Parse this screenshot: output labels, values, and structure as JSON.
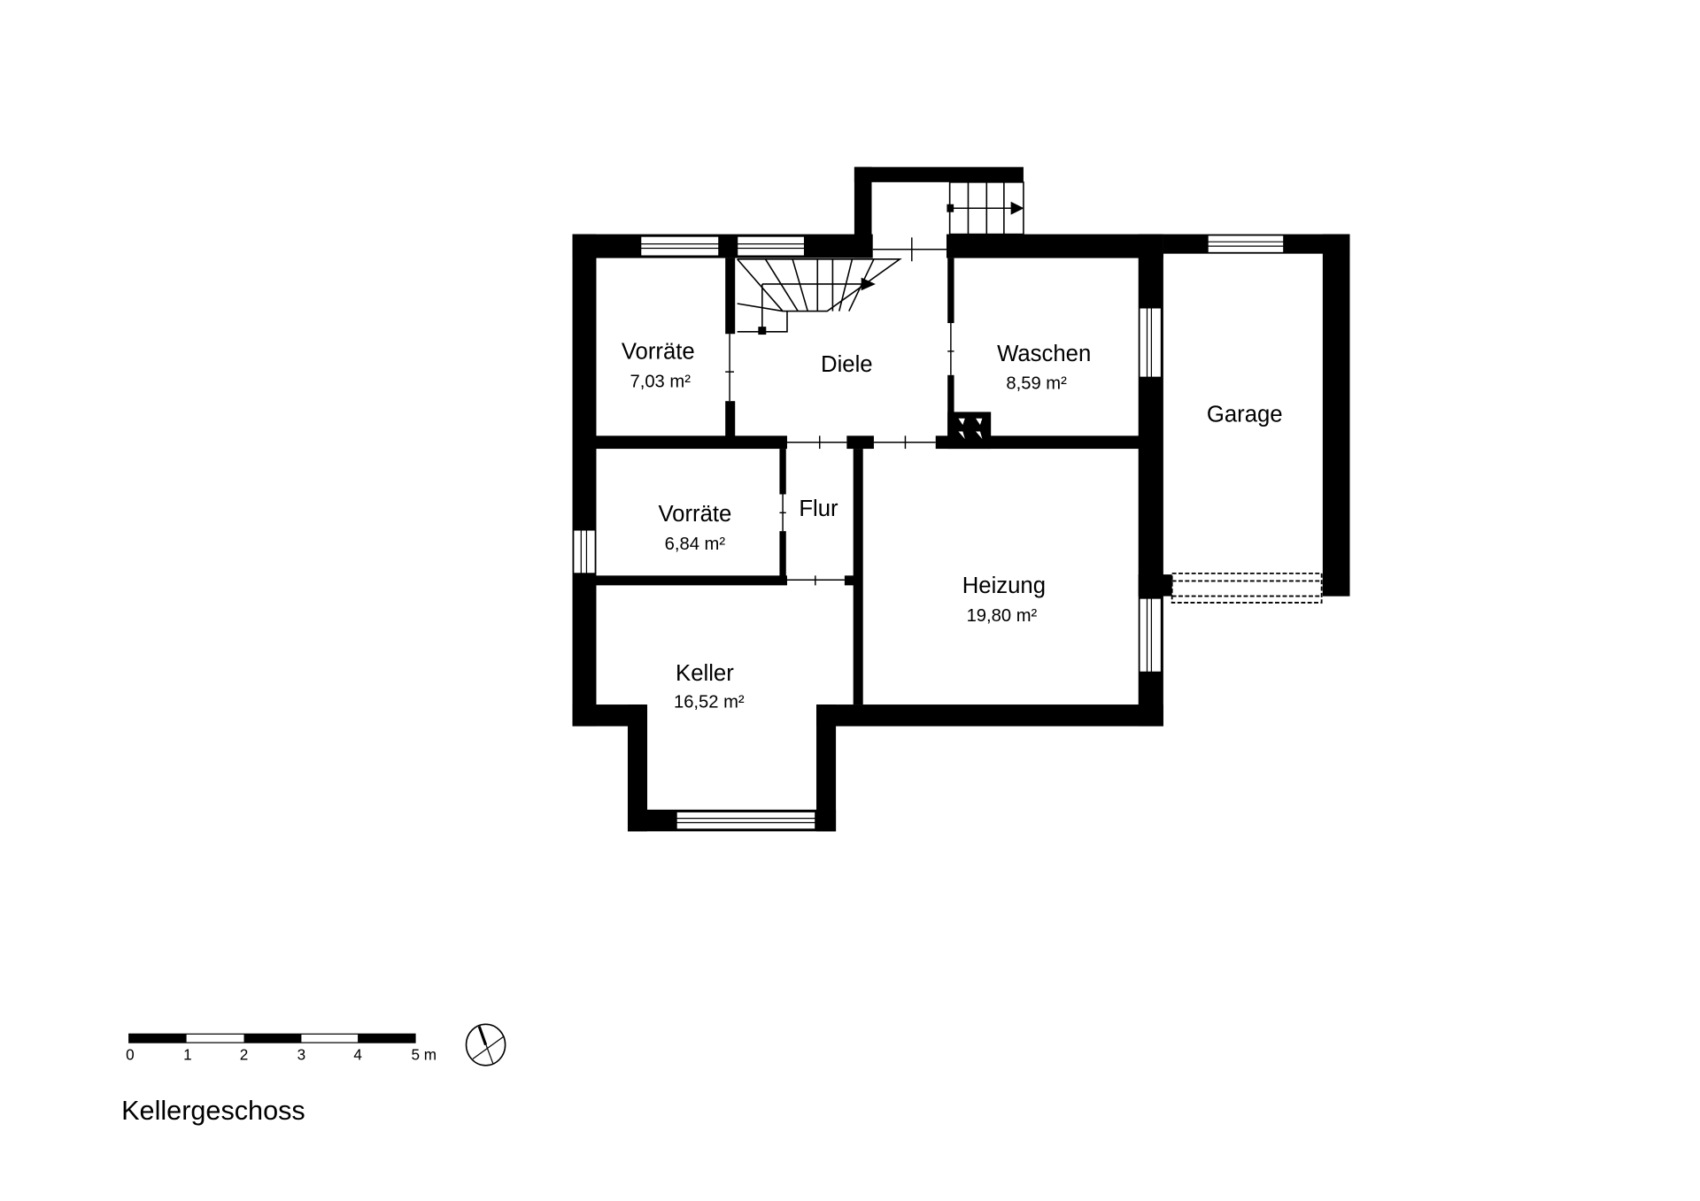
{
  "plan": {
    "title": "Kellergeschoss",
    "rooms": [
      {
        "name": "Vorräte",
        "area": "7,03 m²"
      },
      {
        "name": "Diele",
        "area": ""
      },
      {
        "name": "Waschen",
        "area": "8,59 m²"
      },
      {
        "name": "Garage",
        "area": ""
      },
      {
        "name": "Vorräte",
        "area": "6,84 m²"
      },
      {
        "name": "Flur",
        "area": ""
      },
      {
        "name": "Heizung",
        "area": "19,80 m²"
      },
      {
        "name": "Keller",
        "area": "16,52 m²"
      }
    ],
    "scale_bar": {
      "ticks": [
        "0",
        "1",
        "2",
        "3",
        "4",
        "5 m"
      ]
    },
    "icons": {
      "compass": "north-arrow-compass-icon"
    },
    "colors": {
      "wall": "#000000",
      "background": "#ffffff"
    }
  }
}
